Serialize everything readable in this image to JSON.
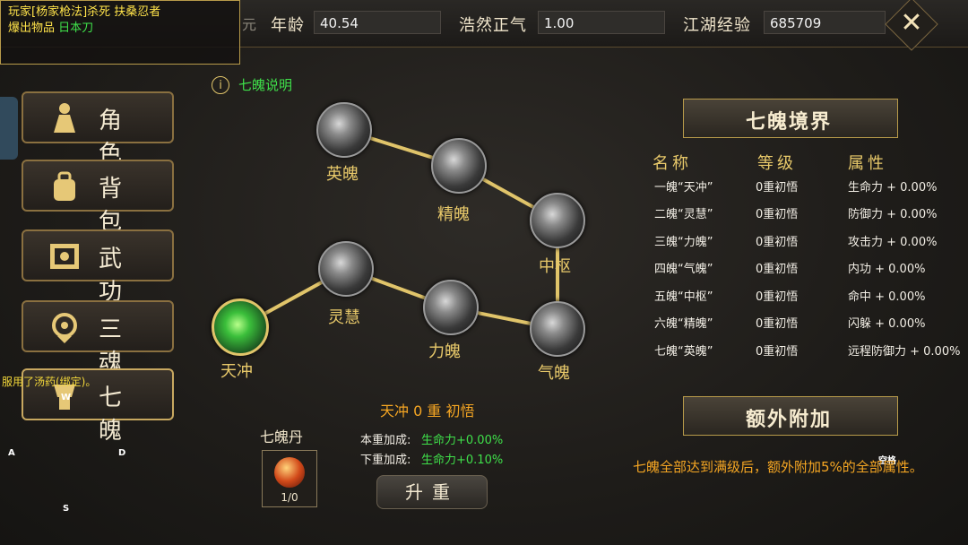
{
  "top_bar": {
    "age_label": "年龄",
    "age_value": "40.54",
    "righteous_label": "浩然正气",
    "righteous_value": "1.00",
    "exp_label": "江湖经验",
    "exp_value": "685709",
    "close_glyph": "✕",
    "partial_label": "元"
  },
  "notice": {
    "line1": "玩家[杨家枪法]杀死 扶桑忍者",
    "line2_prefix": "爆出物品 ",
    "line2_item": "日本刀"
  },
  "menu": [
    {
      "label": "角色",
      "icon": "character-icon"
    },
    {
      "label": "背包",
      "icon": "bag-icon"
    },
    {
      "label": "武功",
      "icon": "scroll-icon"
    },
    {
      "label": "三魂",
      "icon": "three-souls-icon"
    },
    {
      "label": "七魄",
      "icon": "seven-spirits-icon"
    }
  ],
  "system_message": "服用了汤药(绑定)。",
  "keys": {
    "w": "W",
    "a": "A",
    "s": "S",
    "d": "D",
    "space": "空格"
  },
  "explain_label": "七魄说明",
  "info_glyph": "i",
  "orbs": {
    "tianchong": "天冲",
    "linghui": "灵慧",
    "lipo": "力魄",
    "qipo": "气魄",
    "zhongshu": "中枢",
    "jingpo": "精魄",
    "yingpo": "英魄"
  },
  "realm": {
    "title": "七魄境界",
    "headers": [
      "名称",
      "等级",
      "属性"
    ],
    "rows": [
      {
        "name": "一魄“天冲”",
        "level": "0重初悟",
        "attr": "生命力 + 0.00%"
      },
      {
        "name": "二魄“灵慧”",
        "level": "0重初悟",
        "attr": "防御力 + 0.00%"
      },
      {
        "name": "三魄“力魄”",
        "level": "0重初悟",
        "attr": "攻击力 + 0.00%"
      },
      {
        "name": "四魄“气魄”",
        "level": "0重初悟",
        "attr": "内功 + 0.00%"
      },
      {
        "name": "五魄“中枢”",
        "level": "0重初悟",
        "attr": "命中 + 0.00%"
      },
      {
        "name": "六魄“精魄”",
        "level": "0重初悟",
        "attr": "闪躲 + 0.00%"
      },
      {
        "name": "七魄“英魄”",
        "level": "0重初悟",
        "attr": "远程防御力 + 0.00%"
      }
    ]
  },
  "extra": {
    "title": "额外附加",
    "text": "七魄全部达到满级后，额外附加5%的全部属性。"
  },
  "selected": {
    "state": "天冲 0 重 初悟",
    "current_label": "本重加成:",
    "current_value": "生命力+0.00%",
    "next_label": "下重加成:",
    "next_value": "生命力+0.10%",
    "upgrade_label": "升重"
  },
  "pill": {
    "title": "七魄丹",
    "count": "1/0"
  },
  "colors": {
    "gold": "#e8c96a",
    "green": "#3fe04a",
    "orange": "#f5a623",
    "yellow": "#ffe34a"
  }
}
